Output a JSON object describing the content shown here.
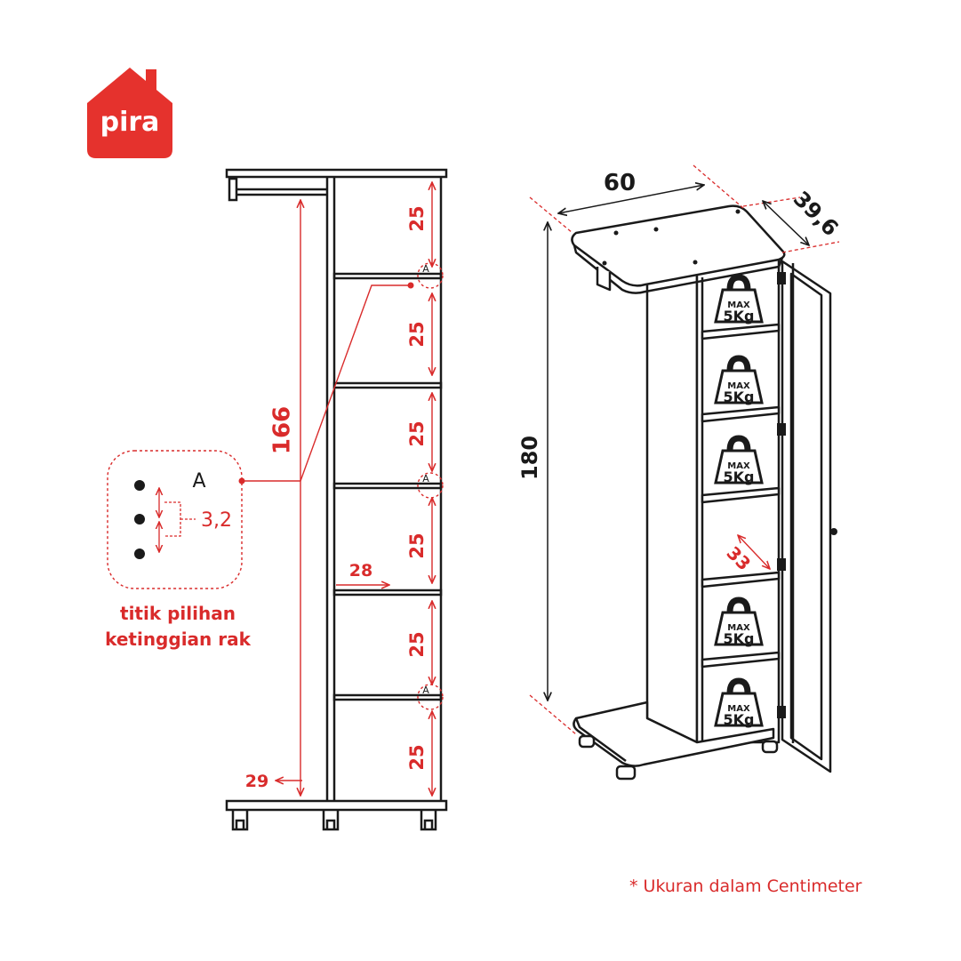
{
  "brand": {
    "name": "pira",
    "color": "#e5322d"
  },
  "colors": {
    "accent": "#d92b2b",
    "line": "#1a1a1a"
  },
  "side_view": {
    "dims": {
      "shelf_gap_1": "25",
      "shelf_gap_2": "25",
      "shelf_gap_3": "25",
      "shelf_gap_4": "25",
      "shelf_gap_5": "25",
      "shelf_gap_6": "25",
      "hanging_height": "166",
      "shelf_depth": "28",
      "bottom_depth": "29"
    },
    "marker_label": "A"
  },
  "detail": {
    "label": "A",
    "spacing": "3,2",
    "caption_line1": "titik pilihan",
    "caption_line2": "ketinggian rak"
  },
  "iso_view": {
    "width": "60",
    "depth": "39,6",
    "height": "180",
    "shelf_depth": "33",
    "weight_top": "MAX",
    "weight_bottom": "5Kg"
  },
  "footnote": "* Ukuran dalam Centimeter"
}
